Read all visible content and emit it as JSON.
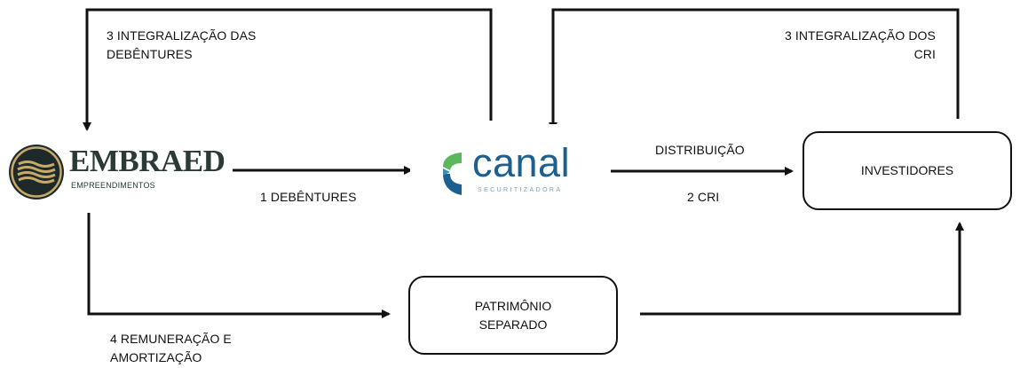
{
  "nodes": {
    "embraed": {
      "name": "EMBRAED",
      "subtitle": "EMPREENDIMENTOS",
      "colors": {
        "text": "#2b3a36",
        "emblem_ring": "#c9a96a",
        "emblem_fill": "#1e2a29"
      }
    },
    "canal": {
      "name": "canal",
      "subtitle": "SECURITIZADORA",
      "colors": {
        "text": "#1d5f8f",
        "mark_green": "#5bb85d",
        "mark_blue": "#1d5f8f"
      }
    },
    "investidores": {
      "lines": [
        "INVESTIDORES"
      ]
    },
    "patrimonio": {
      "lines": [
        "PATRIMÔNIO",
        "SEPARADO"
      ]
    }
  },
  "flows": {
    "integralizacao_debentures": {
      "lines": [
        "3 INTEGRALIZAÇÃO DAS",
        "DEBÊNTURES"
      ]
    },
    "integralizacao_cri": {
      "lines": [
        "3 INTEGRALIZAÇÃO DOS",
        "CRI"
      ]
    },
    "debentures": {
      "lines": [
        "1 DEBÊNTURES"
      ]
    },
    "distribuicao": {
      "lines": [
        "DISTRIBUIÇÃO"
      ]
    },
    "cri": {
      "lines": [
        "2 CRI"
      ]
    },
    "remuneracao": {
      "lines": [
        "4 REMUNERAÇÃO E",
        "AMORTIZAÇÃO"
      ]
    }
  },
  "colors": {
    "line": "#111111",
    "box_border": "#111111",
    "text": "#111111",
    "background": "#ffffff"
  }
}
